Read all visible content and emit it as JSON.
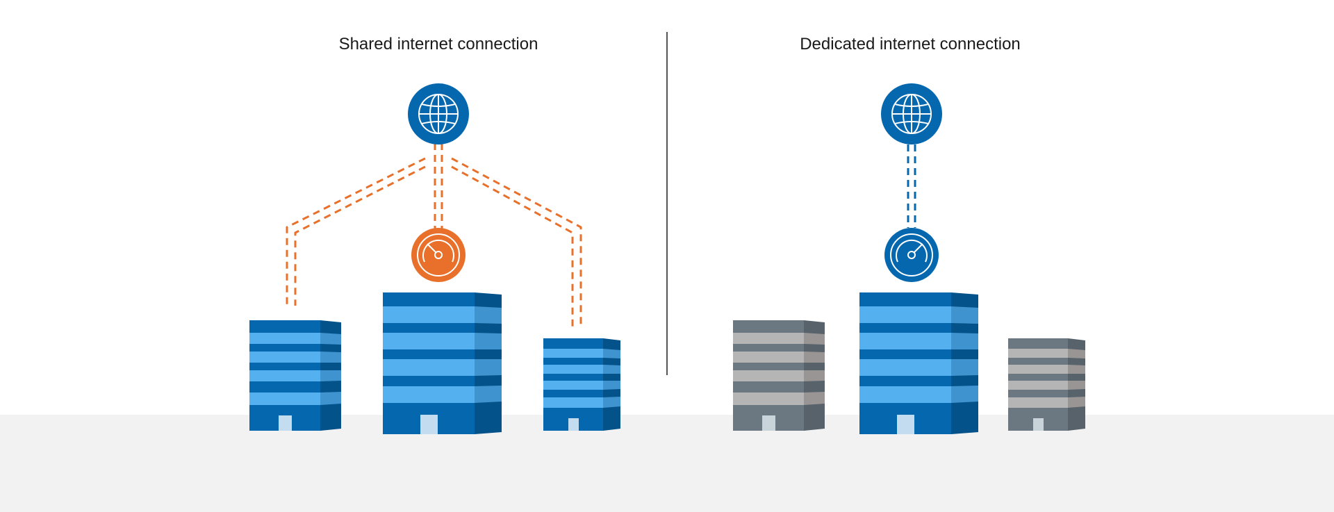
{
  "panels": {
    "shared": {
      "title": "Shared internet connection",
      "link_color": "#E8702A",
      "speed_meter_color": "#E8702A",
      "buildings": [
        "active",
        "active",
        "active"
      ]
    },
    "dedicated": {
      "title": "Dedicated internet connection",
      "link_color": "#0568AE",
      "speed_meter_color": "#0568AE",
      "buildings": [
        "inactive",
        "active",
        "inactive"
      ]
    }
  },
  "colors": {
    "brand_blue": "#0568AE",
    "light_blue": "#54B0EE",
    "accent_orange": "#E8702A",
    "inactive_gray": "#6B7781",
    "ground": "#F2F2F2"
  },
  "icons": {
    "internet": "globe-icon",
    "speed": "speedometer-icon",
    "building": "office-building-icon"
  }
}
